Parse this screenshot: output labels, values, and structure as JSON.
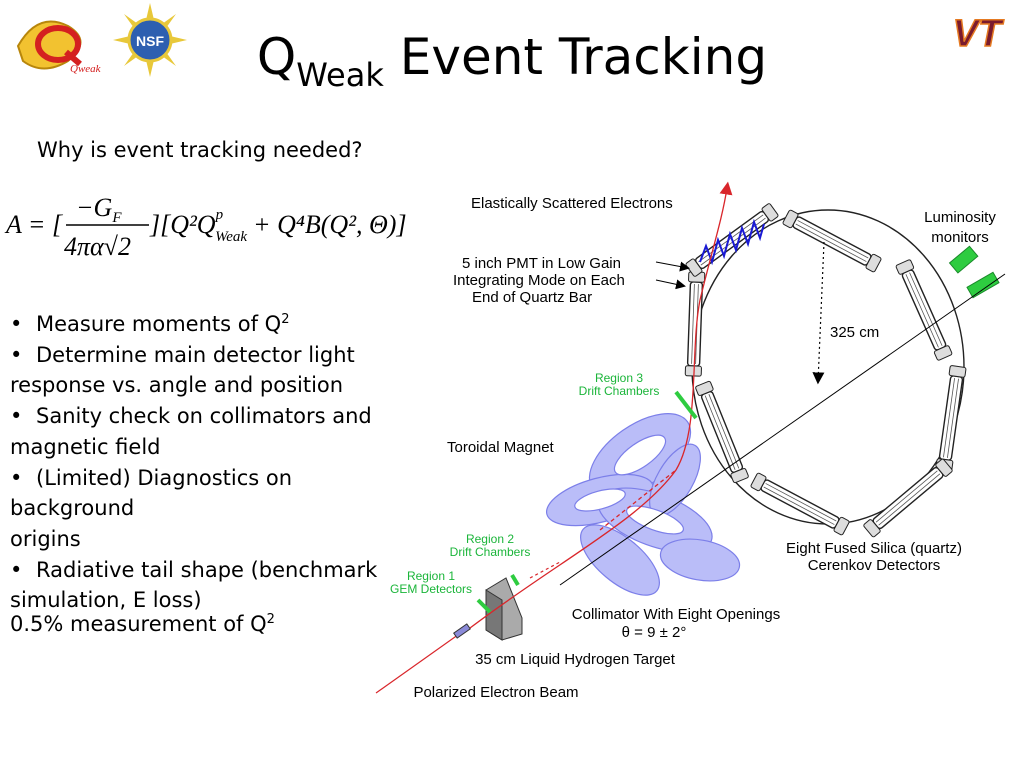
{
  "logos": {
    "qweak_logo_text": "Qweak",
    "nsf_logo_text": "NSF",
    "vt_logo_text": "VT"
  },
  "title": {
    "main": "Q",
    "subscript": "Weak",
    "rest": " Event Tracking"
  },
  "question": "Why is event tracking needed?",
  "formula": {
    "lhs": "A = [",
    "numerator": "−G",
    "numerator_sub": "F",
    "denominator": "4πα√2",
    "rhs": "][Q²Q",
    "rhs_sup": "p",
    "rhs_sub": "Weak",
    "rhs_tail": "+ Q⁴B(Q², Θ)]"
  },
  "bullets": [
    {
      "text": "Measure moments of Q",
      "sup": "2",
      "lines": []
    },
    {
      "text": "Determine main detector light",
      "sup": "",
      "lines": [
        "response vs. angle and position"
      ]
    },
    {
      "text": "Sanity check on collimators and",
      "sup": "",
      "lines": [
        "magnetic field"
      ]
    },
    {
      "text": "(Limited) Diagnostics on background",
      "sup": "",
      "lines": [
        "origins"
      ]
    },
    {
      "text": "Radiative tail shape (benchmark",
      "sup": "",
      "lines": [
        "simulation, E loss)"
      ]
    }
  ],
  "measurement": {
    "text": "0.5% measurement of Q",
    "sup": "2"
  },
  "diagram": {
    "labels": {
      "scattered": "Elastically Scattered Electrons",
      "pmt_line1": "5 inch PMT in Low Gain",
      "pmt_line2": "Integrating Mode on Each",
      "pmt_line3": "End of Quartz Bar",
      "luminosity_line1": "Luminosity",
      "luminosity_line2": "monitors",
      "radius": "325 cm",
      "region3_line1": "Region 3",
      "region3_line2": "Drift Chambers",
      "toroid": "Toroidal Magnet",
      "region2_line1": "Region 2",
      "region2_line2": "Drift Chambers",
      "region1_line1": "Region 1",
      "region1_line2": "GEM Detectors",
      "quartz_line1": "Eight Fused Silica (quartz)",
      "quartz_line2": "Cerenkov Detectors",
      "collimator_line1": "Collimator With Eight Openings",
      "collimator_line2": "θ = 9 ± 2°",
      "target": "35 cm Liquid Hydrogen Target",
      "beam": "Polarized Electron Beam"
    },
    "colors": {
      "beam": "#d9262b",
      "green": "#1bb53a",
      "magnet": "#8f93f2",
      "blue_coil": "#1a1ad4"
    }
  }
}
